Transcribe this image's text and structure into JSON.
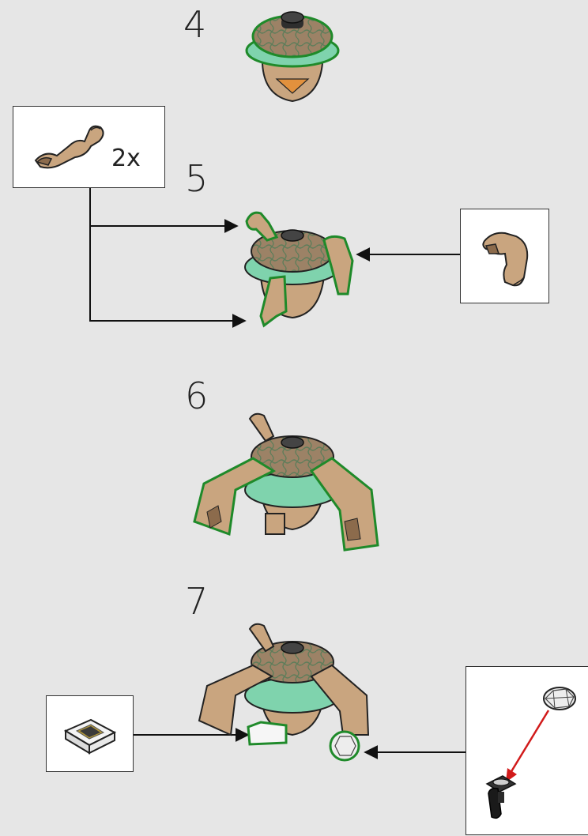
{
  "steps": [
    {
      "number": "4"
    },
    {
      "number": "5",
      "callout_quantity": "2x"
    },
    {
      "number": "6"
    },
    {
      "number": "7"
    }
  ],
  "colors": {
    "background": "#e6e6e6",
    "tan_part": "#c9a57f",
    "tan_shadow": "#8c6b4c",
    "highlight_green": "#1f8a2a",
    "ring_mint": "#7fd3ad",
    "arrow_black": "#111111",
    "arrow_red": "#d11a1a"
  },
  "icons": [
    "build-assembly",
    "tan-arm-piece",
    "tan-claw-piece",
    "trans-clear-tile",
    "silver-gem-piece",
    "black-stand-piece"
  ]
}
